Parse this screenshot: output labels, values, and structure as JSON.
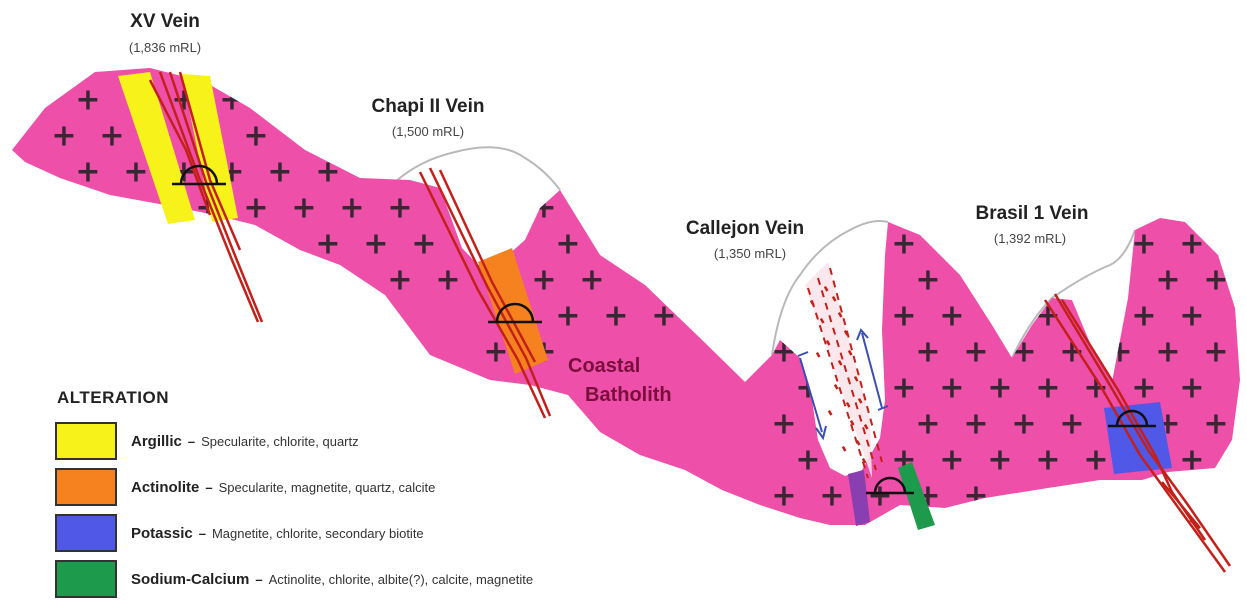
{
  "veins": [
    {
      "name": "XV Vein",
      "elevation": "(1,836 mRL)"
    },
    {
      "name": "Chapi II Vein",
      "elevation": "(1,500 mRL)"
    },
    {
      "name": "Callejon Vein",
      "elevation": "(1,350 mRL)"
    },
    {
      "name": "Brasil 1 Vein",
      "elevation": "(1,392 mRL)"
    }
  ],
  "host_rock": {
    "line1": "Coastal",
    "line2": "Batholith",
    "color": "#ee4fa9"
  },
  "legend": {
    "title": "ALTERATION",
    "items": [
      {
        "name": "Argillic",
        "minerals": "Specularite, chlorite, quartz",
        "color": "#f7f21a"
      },
      {
        "name": "Actinolite",
        "minerals": "Specularite, magnetite, quartz, calcite",
        "color": "#f5821f"
      },
      {
        "name": "Potassic",
        "minerals": "Magnetite, chlorite, secondary biotite",
        "color": "#5058e8"
      },
      {
        "name": "Sodium-Calcium",
        "minerals": "Actinolite, chlorite, albite(?), calcite, magnetite",
        "color": "#1e9a4c"
      }
    ]
  },
  "colors": {
    "vein": "#c4201a",
    "arrow": "#3a4fb0"
  }
}
